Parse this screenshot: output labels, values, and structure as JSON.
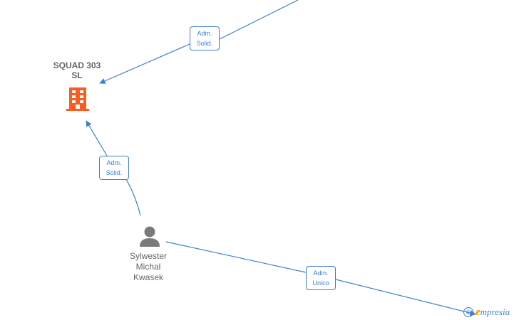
{
  "nodes": {
    "company": {
      "name": "SQUAD 303\nSL",
      "icon": "building-icon",
      "color": "#ff5a1f"
    },
    "person": {
      "name": "Sylwester\nMichal\nKwasek",
      "icon": "person-icon",
      "color": "#7a7a7a"
    }
  },
  "edges": [
    {
      "label": "Adm.\nSolid."
    },
    {
      "label": "Adm.\nSolid."
    },
    {
      "label": "Adm.\nUnico"
    }
  ],
  "brand": {
    "copyright_symbol": "©",
    "logo_initial": "e",
    "logo_rest": "mpresia"
  },
  "colors": {
    "edge": "#3d7fce",
    "node_text": "#666666"
  }
}
